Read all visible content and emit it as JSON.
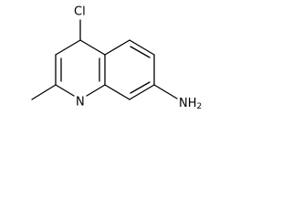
{
  "molecule": {
    "labels": {
      "chlorine": "Cl",
      "ring_nitrogen": "N",
      "amine": "NH",
      "amine_subscript": "2"
    },
    "bond_color": "#000000",
    "background_color": "#ffffff"
  }
}
